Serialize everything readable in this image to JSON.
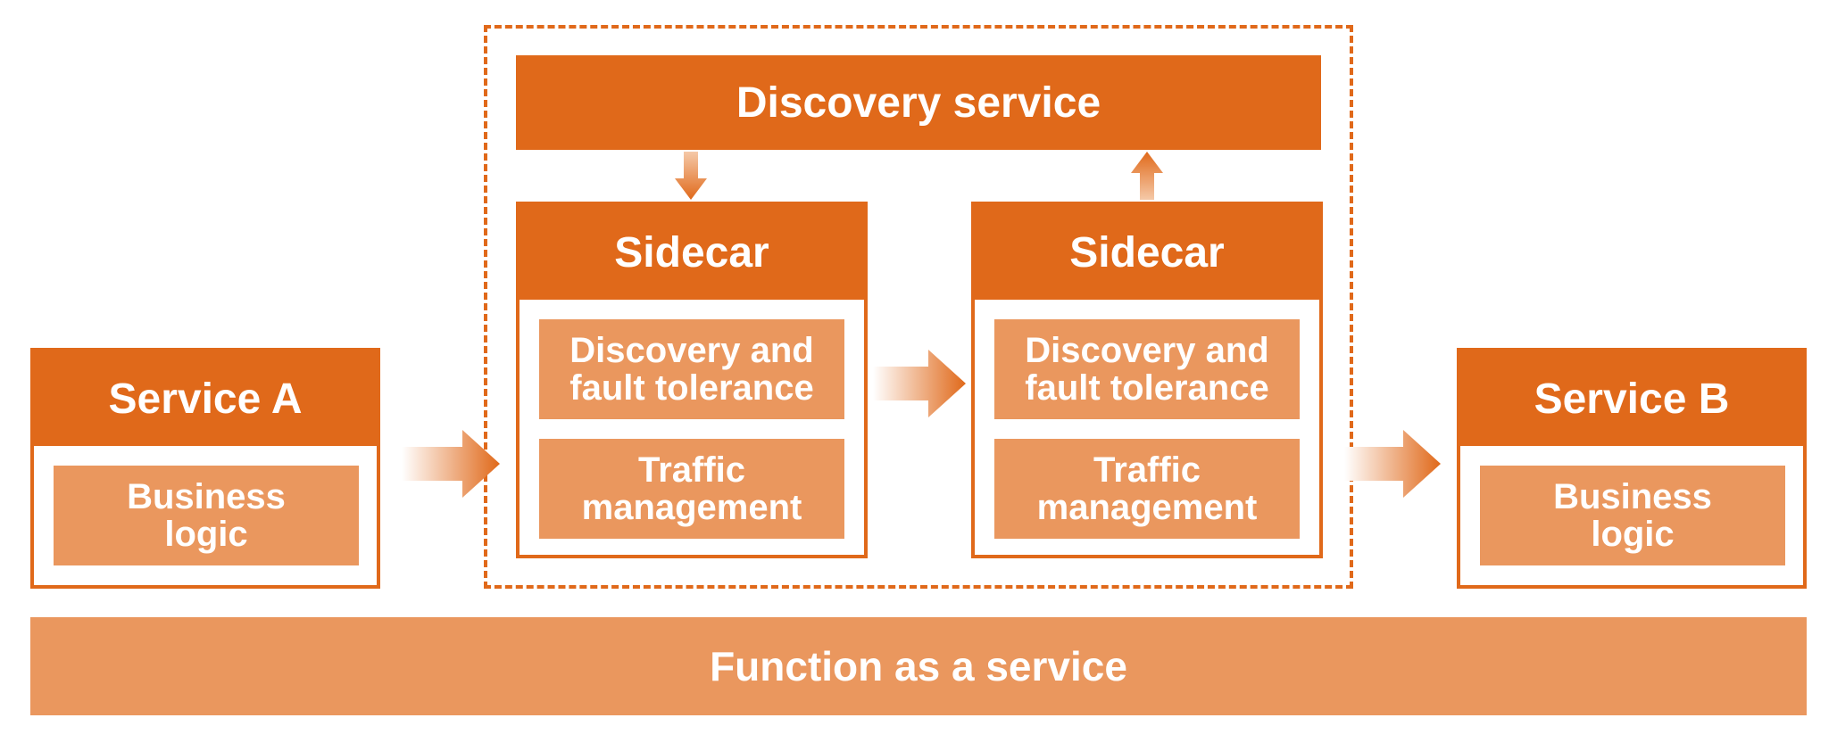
{
  "discovery_service": {
    "label": "Discovery service"
  },
  "service_a": {
    "title": "Service A",
    "business_logic": "Business logic"
  },
  "service_b": {
    "title": "Service B",
    "business_logic": "Business logic"
  },
  "sidecar_left": {
    "title": "Sidecar",
    "discovery": "Discovery and fault tolerance",
    "traffic": "Traffic management"
  },
  "sidecar_right": {
    "title": "Sidecar",
    "discovery": "Discovery and fault tolerance",
    "traffic": "Traffic management"
  },
  "faas": {
    "label": "Function as a service"
  },
  "colors": {
    "dark_orange": "#E0691A",
    "light_orange": "#EA975E",
    "white": "#ffffff"
  }
}
